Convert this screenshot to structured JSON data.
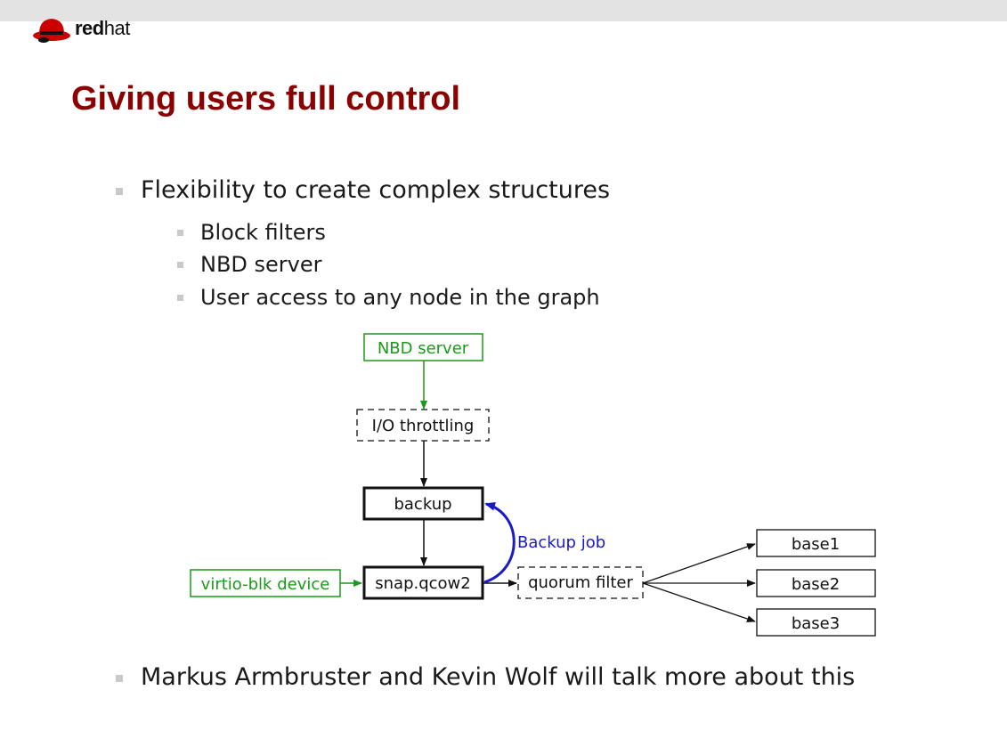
{
  "brand": {
    "name_bold": "red",
    "name_regular": "hat"
  },
  "slide": {
    "title": "Giving users full control",
    "bullets": [
      {
        "text": "Flexibility to create complex structures"
      },
      {
        "text": "Block filters"
      },
      {
        "text": "NBD server"
      },
      {
        "text": "User access to any node in the graph"
      },
      {
        "text": "Markus Armbruster and Kevin Wolf will talk more about this"
      }
    ]
  },
  "diagram": {
    "nodes": {
      "nbd_server": "NBD server",
      "io_throttling": "I/O throttling",
      "backup": "backup",
      "snap_qcow2": "snap.qcow2",
      "virtio_blk": "virtio-blk device",
      "quorum_filter": "quorum filter",
      "base1": "base1",
      "base2": "base2",
      "base3": "base3"
    },
    "edge_labels": {
      "backup_job": "Backup job"
    },
    "colors": {
      "green": "#1a9a1a",
      "blue": "#1a1ac8",
      "black": "#111111",
      "title_red": "#8b0000"
    }
  }
}
